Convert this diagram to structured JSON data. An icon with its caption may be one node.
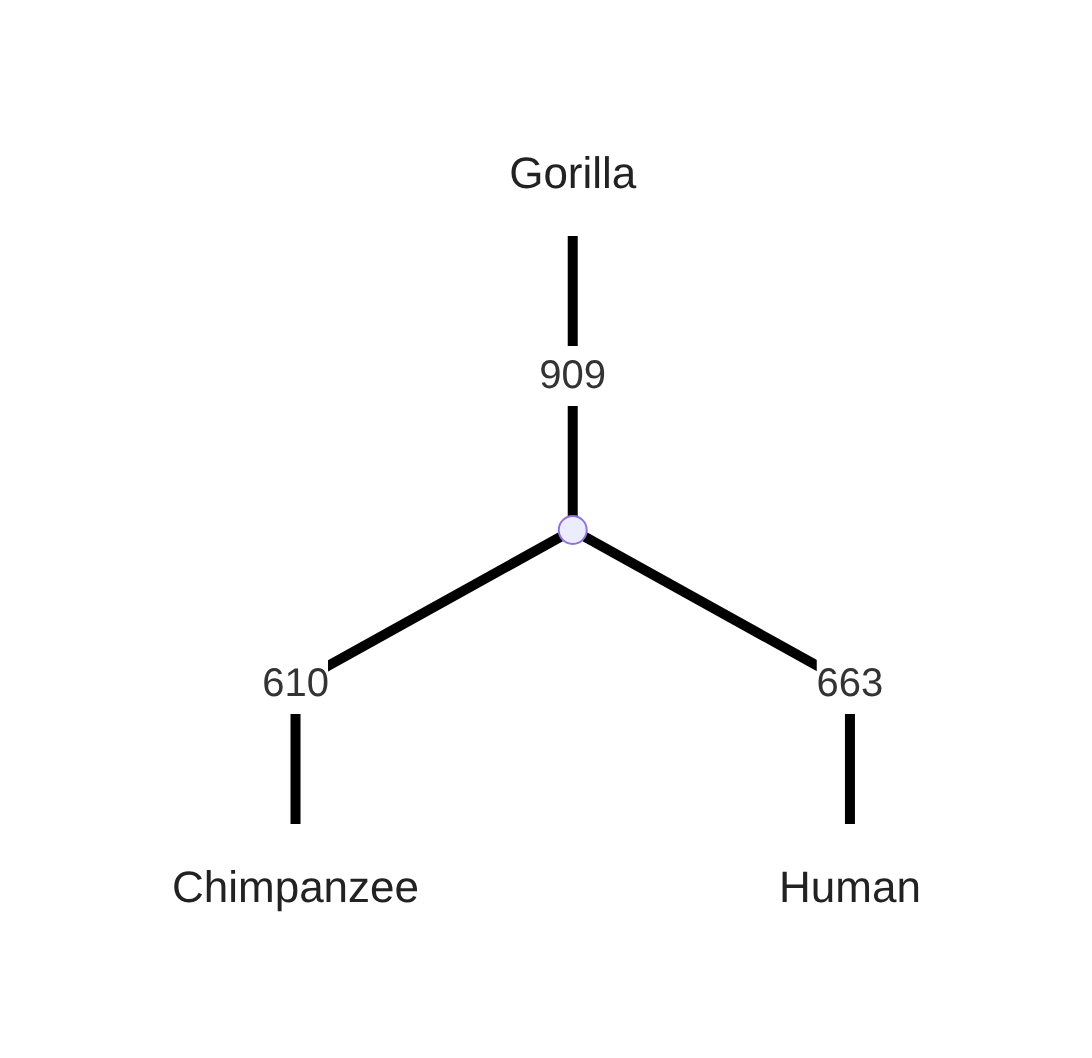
{
  "diagram": {
    "nodes": [
      {
        "text": [
          "Gorilla"
        ]
      },
      {
        "text": [],
        "shape": "point"
      },
      {
        "text": [
          "Chimpanzee"
        ]
      },
      {
        "text": [
          "Human"
        ]
      }
    ],
    "edges": [
      {
        "from": 0,
        "to": 1,
        "arrow": "none",
        "label": "909"
      },
      {
        "from": 1,
        "to": 2,
        "arrow": "none",
        "label": "610"
      },
      {
        "from": 1,
        "to": 3,
        "arrow": "none",
        "label": "663"
      }
    ]
  }
}
